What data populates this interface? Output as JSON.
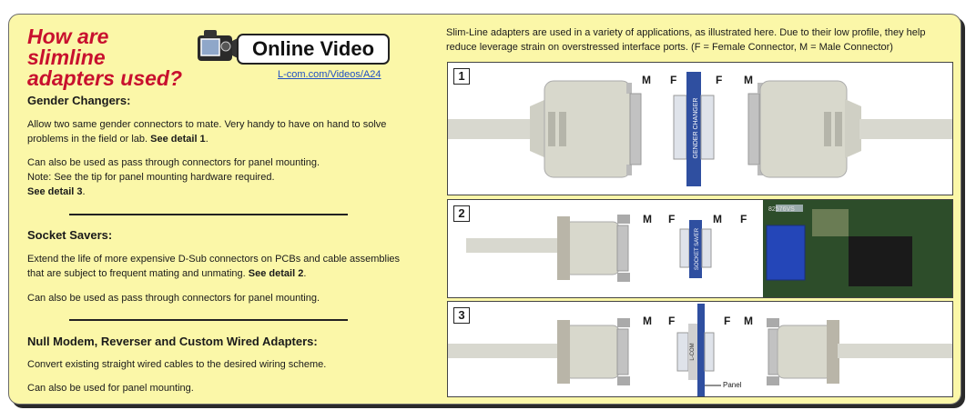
{
  "left": {
    "title": "How are slimline adapters used?",
    "video": {
      "badge": "Online Video",
      "link": "L-com.com/Videos/A24"
    },
    "sections": [
      {
        "heading": "Gender Changers:",
        "p1": "Allow two same gender connectors to mate. Very handy to have on hand to solve problems in the field or lab.",
        "p1_bold": "See detail 1",
        "p2a": "Can also be used as pass through connectors for panel mounting.",
        "p2b": "Note: See the tip for panel mounting hardware required.",
        "p2_bold": "See detail 3"
      },
      {
        "heading": "Socket Savers:",
        "p1": "Extend the life of more expensive D-Sub connectors on PCBs and cable assemblies that are subject to frequent mating and unmating.",
        "p1_bold": "See detail 2",
        "p2": "Can also be used as pass through connectors for panel mounting."
      },
      {
        "heading": "Null Modem, Reverser and Custom Wired Adapters:",
        "p1": "Convert existing straight wired cables to the desired wiring scheme.",
        "p2": "Can also be used for panel mounting."
      }
    ]
  },
  "right": {
    "intro": "Slim-Line adapters are used in a variety of applications, as illustrated here. Due to their low profile, they help reduce leverage strain on overstressed interface ports. (F = Female Connector, M = Male Connector)",
    "details": [
      {
        "num": "1",
        "labels": [
          "M",
          "F",
          "F",
          "M"
        ],
        "adapter_text": "GENDER CHANGER"
      },
      {
        "num": "2",
        "labels": [
          "M",
          "F",
          "M",
          "F"
        ],
        "adapter_text": "SOCKET SAVER",
        "board_text": "82576VS"
      },
      {
        "num": "3",
        "labels": [
          "M",
          "F",
          "F",
          "M"
        ],
        "adapter_text": "L-COM",
        "panel_label": "Panel"
      }
    ]
  },
  "colors": {
    "frame_bg": "#fbf7a8",
    "title_red": "#c8102e",
    "adapter_blue": "#2f4fa0",
    "link_blue": "#1f4fc4"
  }
}
